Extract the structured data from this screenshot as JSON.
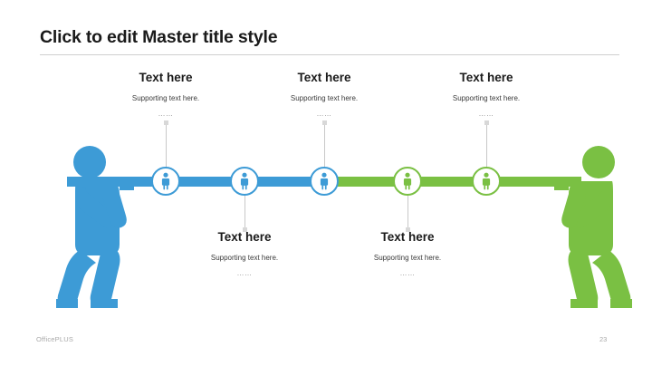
{
  "slide": {
    "title": "Click to edit Master title style",
    "background_color": "#ffffff"
  },
  "theme": {
    "blue": "#3d9bd6",
    "green": "#7ac043",
    "rule_gray": "#cfcfcf",
    "stem_gray": "#c8c8c8",
    "footer_gray": "#a8a8a8"
  },
  "timeline": {
    "nodes": [
      {
        "name": "node-1",
        "color": "blue",
        "icon": "person-icon"
      },
      {
        "name": "node-2",
        "color": "blue",
        "icon": "person-icon"
      },
      {
        "name": "node-3",
        "color": "blue",
        "icon": "person-icon"
      },
      {
        "name": "node-4",
        "color": "green",
        "icon": "person-icon"
      },
      {
        "name": "node-5",
        "color": "green",
        "icon": "person-icon"
      }
    ]
  },
  "callouts": {
    "top": [
      {
        "heading": "Text here",
        "supporting": "Supporting text here.",
        "dots": "……"
      },
      {
        "heading": "Text here",
        "supporting": "Supporting text here.",
        "dots": "……"
      },
      {
        "heading": "Text here",
        "supporting": "Supporting text here.",
        "dots": "……"
      }
    ],
    "bottom": [
      {
        "heading": "Text here",
        "supporting": "Supporting text here.",
        "dots": "……"
      },
      {
        "heading": "Text here",
        "supporting": "Supporting text here.",
        "dots": "……"
      }
    ]
  },
  "figures": {
    "left": {
      "name": "tug-of-war-figure-left",
      "color": "#3d9bd6"
    },
    "right": {
      "name": "tug-of-war-figure-right",
      "color": "#7ac043"
    }
  },
  "footer": {
    "brand": "OfficePLUS",
    "page_number": "23"
  }
}
